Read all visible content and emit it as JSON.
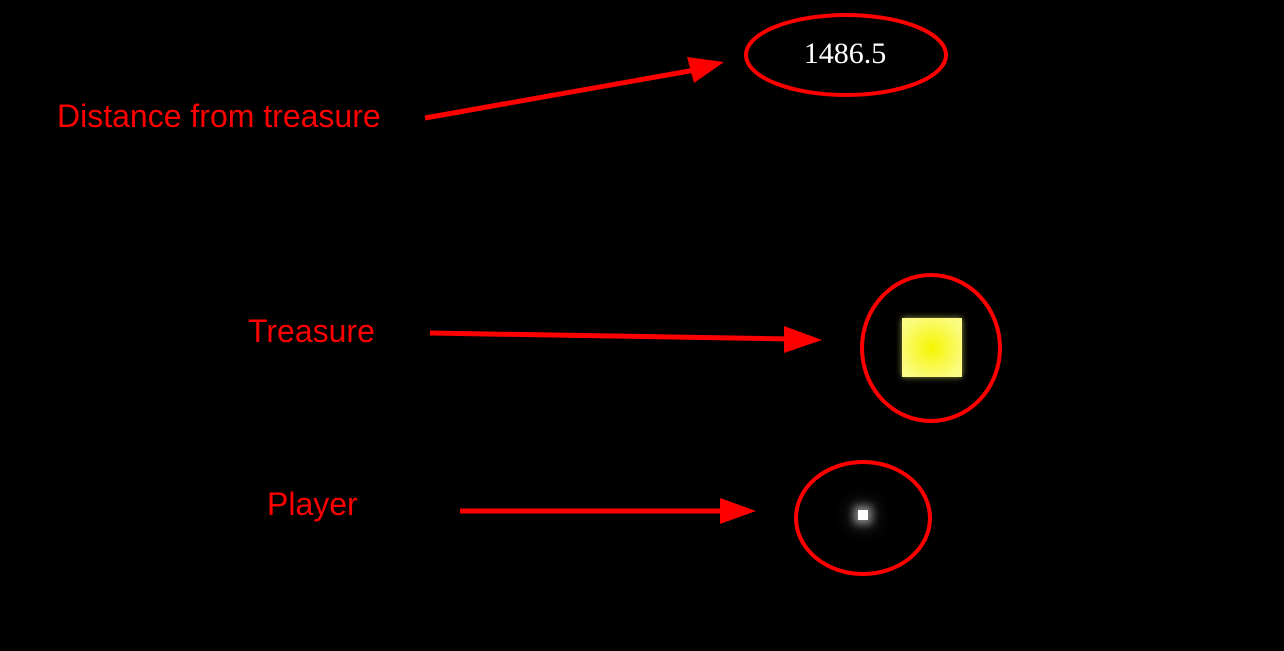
{
  "hud": {
    "distance_value": "1486.5"
  },
  "annotations": {
    "distance_label": "Distance from treasure",
    "treasure_label": "Treasure",
    "player_label": "Player",
    "color": "#ff0000"
  },
  "game": {
    "background_color": "#000000",
    "treasure_color": "#f8f83a",
    "player_color": "#ffffff"
  }
}
